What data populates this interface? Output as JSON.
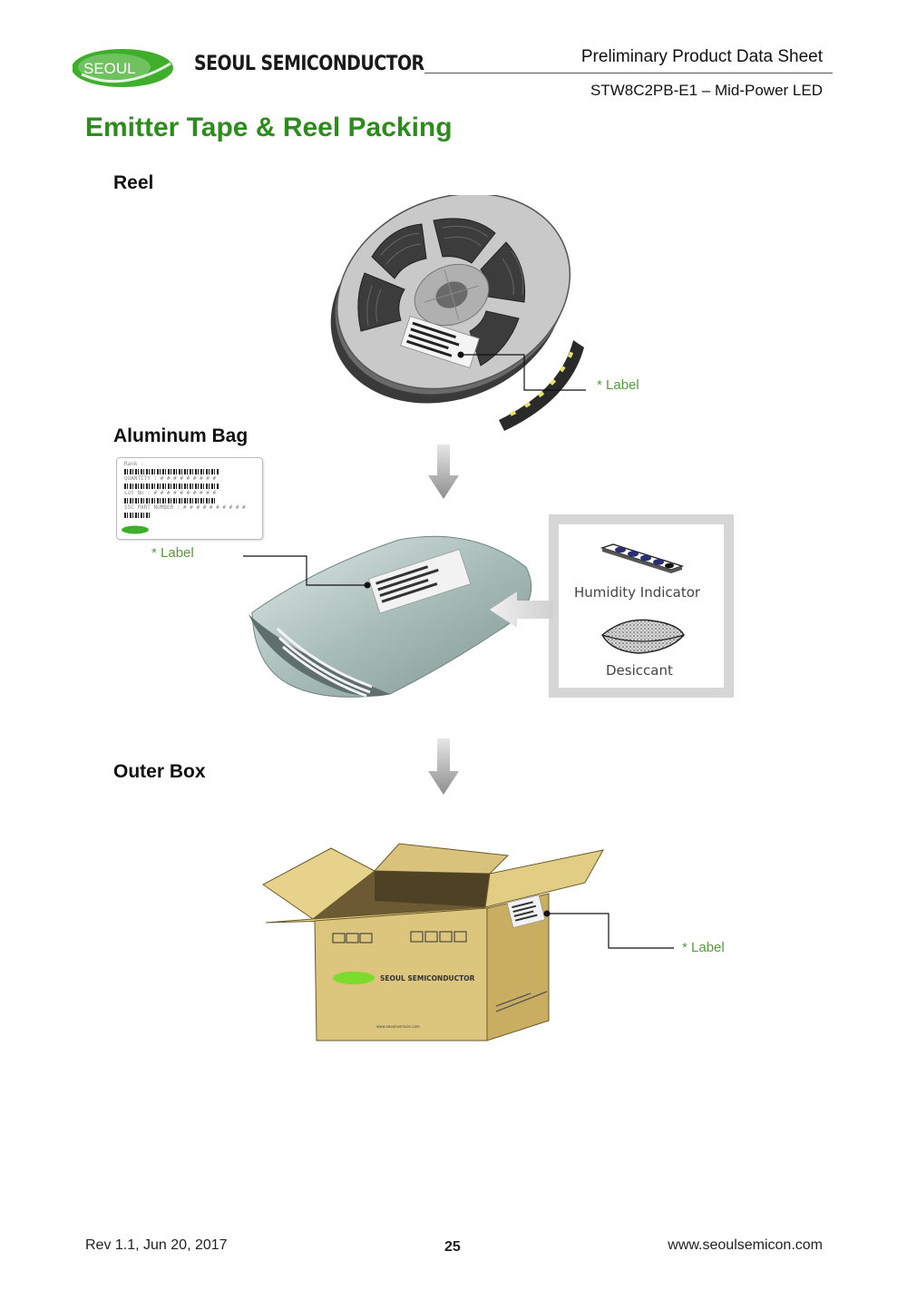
{
  "header": {
    "logo_text": "SEOUL",
    "brand_name": "SEOUL SEMICONDUCTOR",
    "doc_type": "Preliminary Product Data Sheet",
    "part_number": "STW8C2PB-E1 – Mid-Power LED"
  },
  "page_title": "Emitter Tape & Reel Packing",
  "sections": {
    "reel": "Reel",
    "aluminum_bag": "Aluminum Bag",
    "outer_box": "Outer Box"
  },
  "callouts": {
    "reel_label": "* Label",
    "bag_label": "* Label",
    "box_label": "* Label"
  },
  "label_card": {
    "rank": "Rank :",
    "quantity": "QUANTITY : # # # # # # # # #",
    "lot_no": "Lot No : # # # # # # # # # #",
    "part_number": "SSC PART NUMBER : # # # # # # # # # #"
  },
  "insert": {
    "humidity": "Humidity Indicator",
    "desiccant": "Desiccant"
  },
  "box_print": {
    "brand": "SEOUL SEMICONDUCTOR",
    "url": "www.seoulsemicon.com"
  },
  "footer": {
    "revision": "Rev 1.1, Jun 20, 2017",
    "page": "25",
    "website": "www.seoulsemicon.com"
  },
  "colors": {
    "brand_green": "#2e8b1e",
    "logo_green": "#3fae2a",
    "callout_green": "#5a9a3c",
    "box_tan": "#d9c27a"
  }
}
